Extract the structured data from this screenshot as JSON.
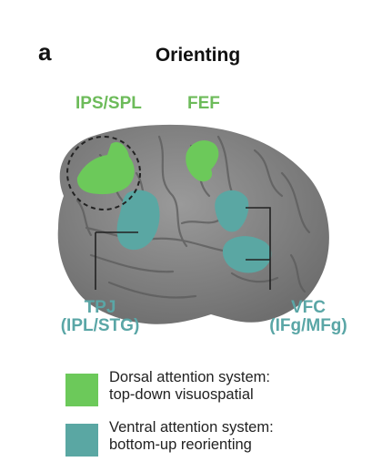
{
  "panel_letter": "a",
  "title": "Orienting",
  "regions": {
    "ips_spl": "IPS/SPL",
    "fef": "FEF",
    "tpj_line1": "TPJ",
    "tpj_line2": "(IPL/STG)",
    "vfc_line1": "VFC",
    "vfc_line2": "(IFg/MFg)"
  },
  "legend": {
    "dorsal_line1": "Dorsal attention system:",
    "dorsal_line2": "top-down visuospatial",
    "ventral_line1": "Ventral attention system:",
    "ventral_line2": "bottom-up reorienting"
  },
  "colors": {
    "dorsal": "#6cc95a",
    "ventral": "#5aa7a3",
    "brain": "#858585",
    "label_green": "#6dbb5a",
    "label_teal": "#5aa6a6"
  }
}
